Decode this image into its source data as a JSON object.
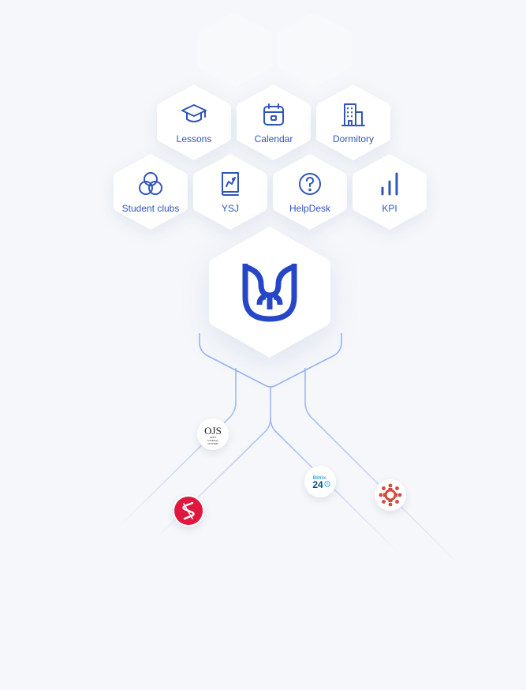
{
  "tiles": [
    {
      "label": "Lessons",
      "icon": "graduation-cap-icon"
    },
    {
      "label": "Calendar",
      "icon": "calendar-icon"
    },
    {
      "label": "Dormitory",
      "icon": "building-icon"
    },
    {
      "label": "Student clubs",
      "icon": "circles-icon"
    },
    {
      "label": "YSJ",
      "icon": "journal-book-icon"
    },
    {
      "label": "HelpDesk",
      "icon": "help-circle-icon"
    },
    {
      "label": "KPI",
      "icon": "bar-chart-icon"
    }
  ],
  "integrations": [
    {
      "name": "OJS",
      "lines": [
        "OJS",
        "OPEN",
        "JOURNAL",
        "SYSTEMS"
      ]
    },
    {
      "name": "Bitrix24",
      "lines": [
        "Bitrix",
        "24"
      ]
    },
    {
      "name": "red-s-logo",
      "lines": []
    },
    {
      "name": "red-circle-logo",
      "lines": []
    }
  ],
  "colors": {
    "accent": "#2f56b8",
    "logo": "#2446c7",
    "line": "#9bb3f4",
    "background": "#f5f7fa",
    "ojs_text": "#1b1b1b",
    "bitrix_blue": "#2ea7e8",
    "bitrix_dark": "#0c4e7d",
    "red_badge": "#e0173e",
    "canvas_red": "#d14a3d"
  }
}
